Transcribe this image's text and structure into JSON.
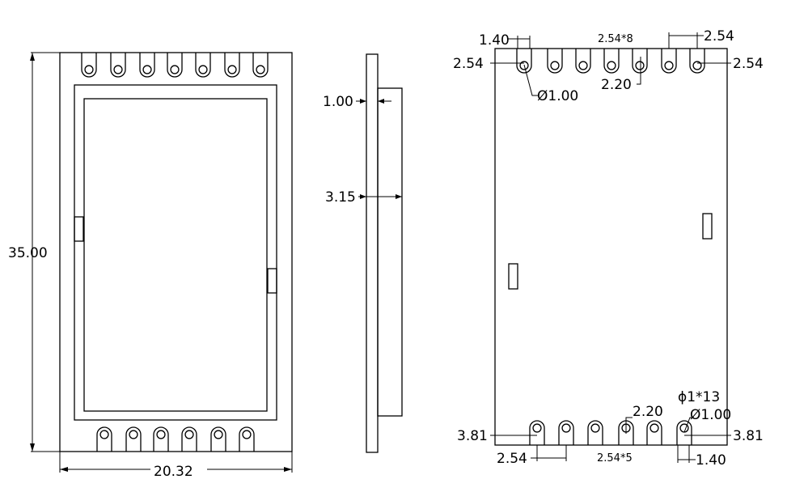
{
  "front_view": {
    "height_dim": "35.00",
    "width_dim": "20.32"
  },
  "side_view": {
    "thickness_dim": "1.00",
    "total_height_dim": "3.15"
  },
  "bottom_view": {
    "top_pitch_offset": "1.40",
    "top_pitch_count": "2.54*8",
    "top_right_spacing": "2.54",
    "left_edge_dim": "2.54",
    "right_edge_dim": "2.54",
    "hole_dia_top": "Ø1.00",
    "pad_len_top": "2.20",
    "pad_len_bottom": "2.20",
    "hole_spec": "ϕ1*13",
    "hole_dia_bottom": "Ø1.00",
    "bottom_left_edge": "3.81",
    "bottom_right_edge": "3.81",
    "bottom_left_spacing": "2.54",
    "bottom_pitch_count": "2.54*5",
    "bottom_right_offset": "1.40"
  }
}
